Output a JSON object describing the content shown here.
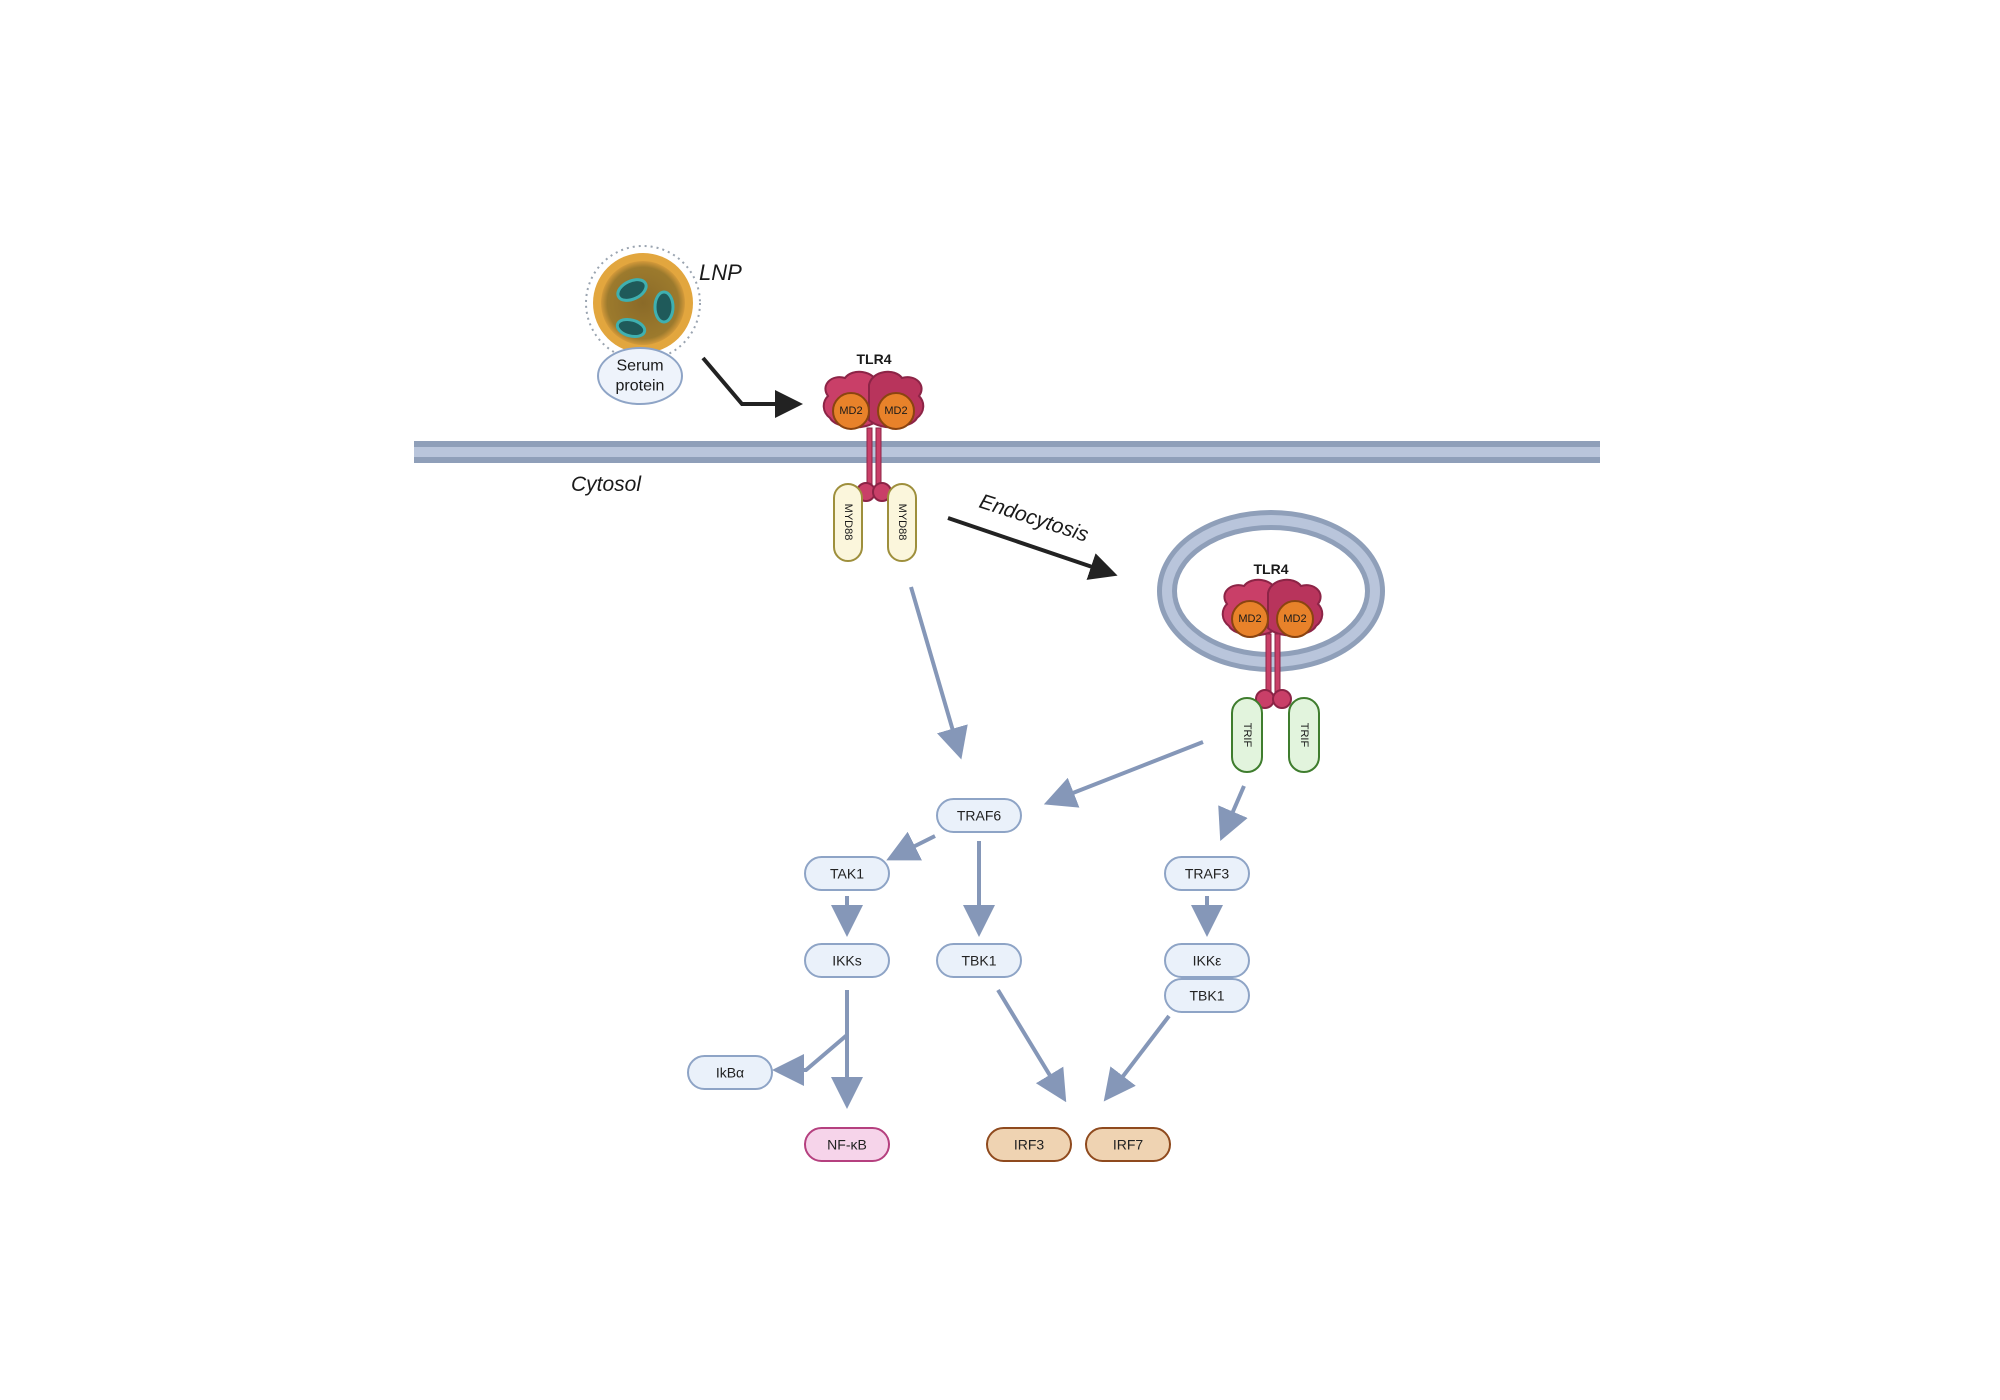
{
  "labels": {
    "lnp": "LNP",
    "serum_protein_line1": "Serum",
    "serum_protein_line2": "protein",
    "tlr4_surface": "TLR4",
    "tlr4_endosome": "TLR4",
    "md2": "MD2",
    "cytosol": "Cytosol",
    "endocytosis": "Endocytosis",
    "myd88": "MYD88",
    "trif": "TRIF"
  },
  "nodes": {
    "traf6": "TRAF6",
    "tak1": "TAK1",
    "ikks": "IKKs",
    "tbk1_left": "TBK1",
    "ikba": "IkBα",
    "nfkb": "NF-κB",
    "irf3": "IRF3",
    "irf7": "IRF7",
    "traf3": "TRAF3",
    "ikke": "IKKε",
    "tbk1_right": "TBK1"
  },
  "colors": {
    "membrane": "#8f9fb9",
    "receptor": "#c93f68",
    "md2": "#e8822a",
    "myd88_fill": "#fbf6dc",
    "trif_fill": "#e2f4dd",
    "arrow": "#8597b8"
  }
}
